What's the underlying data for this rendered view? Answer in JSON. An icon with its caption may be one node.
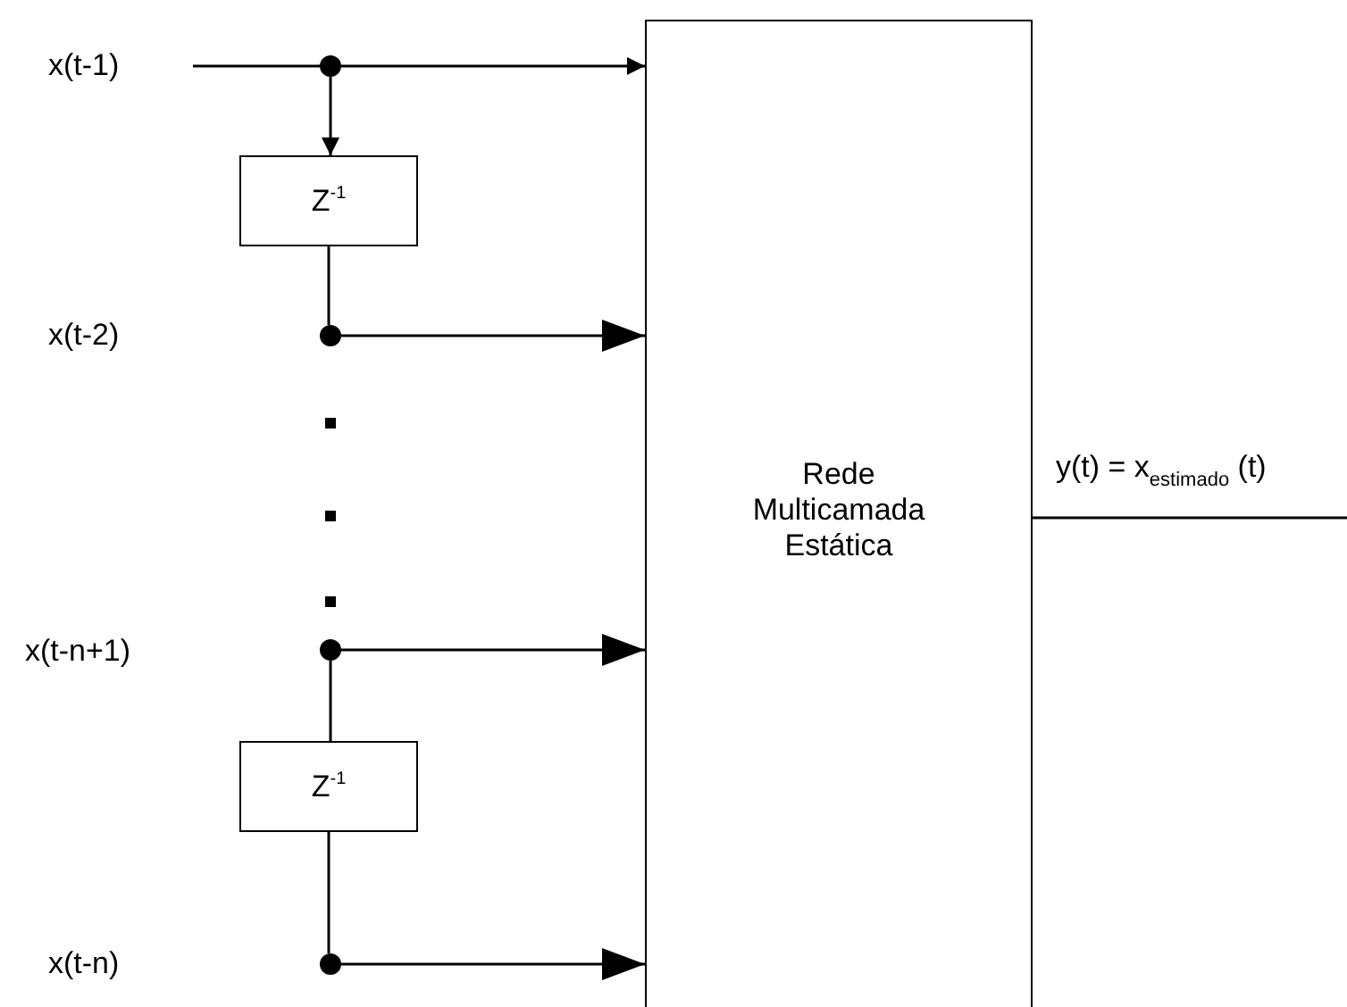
{
  "diagram": {
    "nodes": [
      {
        "text": [],
        "shape": "circle"
      },
      {
        "text": [
          "Z$^{-1}$"
        ]
      },
      {
        "text": [],
        "shape": "circle"
      },
      {
        "text": [],
        "shape": "circle"
      },
      {
        "text": [
          "Z$^{-1}$"
        ]
      },
      {
        "text": [],
        "shape": "circle"
      },
      {
        "text": [
          "Rede Multicamada Estática"
        ]
      }
    ],
    "edges": [
      {
        "from": null,
        "to": 0,
        "arrow": "none"
      },
      {
        "from": 0,
        "to": 6,
        "arrow": "to"
      },
      {
        "from": 0,
        "to": 1,
        "arrow": "to"
      },
      {
        "from": 1,
        "to": 2,
        "arrow": "none"
      },
      {
        "from": 2,
        "to": 6,
        "arrow": "to"
      },
      {
        "from": 3,
        "to": 6,
        "arrow": "to"
      },
      {
        "from": 3,
        "to": 4,
        "arrow": "none"
      },
      {
        "from": 4,
        "to": 5,
        "arrow": "none"
      },
      {
        "from": 5,
        "to": 6,
        "arrow": "to"
      },
      {
        "from": 6,
        "to": null,
        "arrow": "none",
        "label": "y(t) = x$_{estimado}$ (t)"
      }
    ],
    "labels": [
      "x(t-1)",
      "x(t-2)",
      "x(t-n+1)",
      "x(t-n)"
    ]
  }
}
